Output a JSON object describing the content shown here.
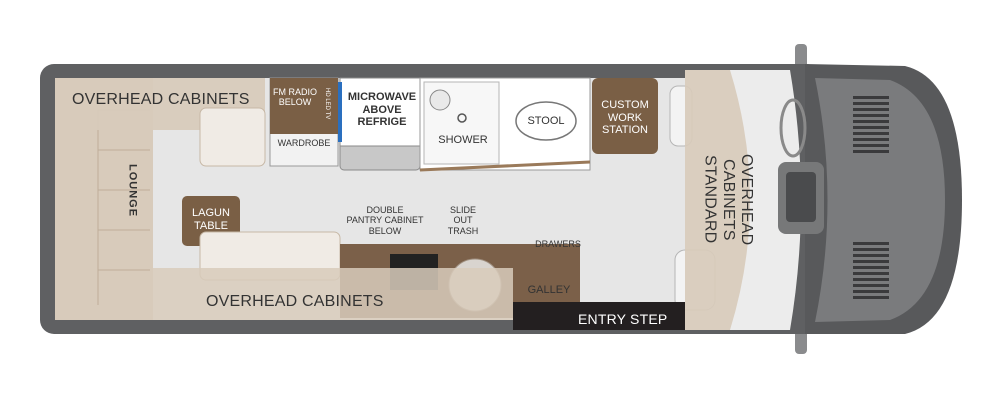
{
  "labels": {
    "overhead_top": "OVERHEAD CABINETS",
    "overhead_bottom": "OVERHEAD CABINETS",
    "overhead_front": "OVERHEAD CABINETS\nSTANDARD",
    "lounge": "LOUNGE",
    "lagun_table": "LAGUN\nTABLE",
    "fm_radio": "FM RADIO\nBELOW",
    "hd_led_tv": "HD LED TV",
    "wardrobe": "WARDROBE",
    "microwave": "MICROWAVE\nABOVE\nREFRIGE",
    "shower": "SHOWER",
    "stool": "STOOL",
    "custom_work_station": "CUSTOM\nWORK\nSTATION",
    "double_pantry": "DOUBLE\nPANTRY CABINET\nBELOW",
    "slide_out_trash": "SLIDE\nOUT\nTRASH",
    "drawers": "DRAWERS",
    "galley": "GALLEY",
    "entry_step": "ENTRY STEP"
  },
  "colors": {
    "body": "#5f6062",
    "floor": "#e6e6e6",
    "cabinet_overlay": "#d8cbbb",
    "wood_brown": "#7a5f45",
    "galley_brown": "#7b6049",
    "appliance_silver": "#c8c8c8",
    "cab_front": "#58595b",
    "windshield": "#7a7b7d"
  }
}
